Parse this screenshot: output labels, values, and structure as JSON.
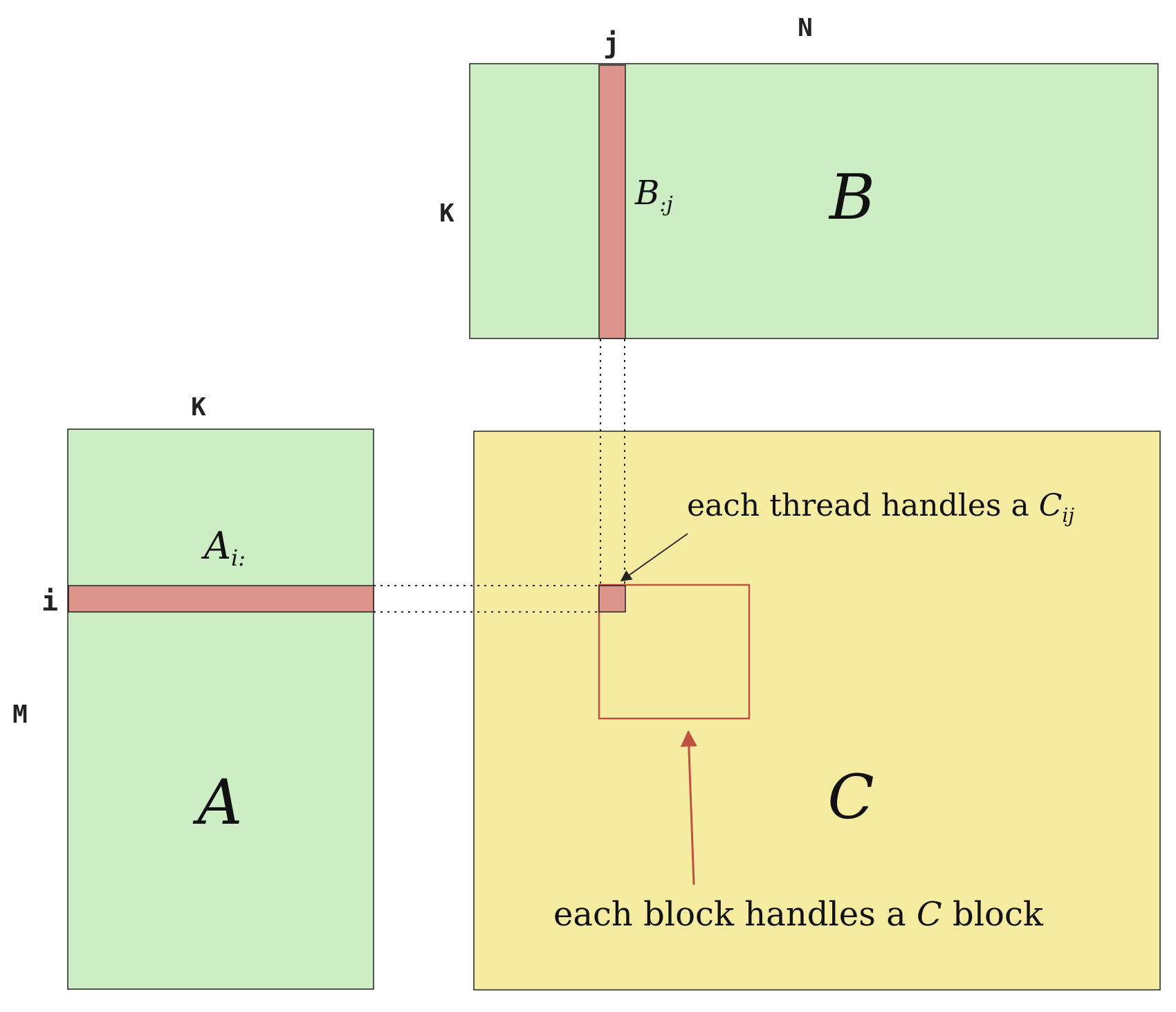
{
  "colors": {
    "matrix_input": "#cdeec4",
    "matrix_output": "#f5eca2",
    "highlight": "#dd928a",
    "block_outline": "#c0503f",
    "line": "#222222"
  },
  "dims": {
    "N": "N",
    "K_top": "K",
    "K_left": "K",
    "M": "M",
    "i": "i",
    "j": "j"
  },
  "matrices": {
    "A": "A",
    "B": "B",
    "C": "C"
  },
  "labels": {
    "a_row": {
      "base": "A",
      "sub": "i:"
    },
    "b_col": {
      "base": "B",
      "sub": ":j"
    },
    "thread_note": {
      "text": "each thread handles a ",
      "base": "C",
      "sub": "ij"
    },
    "block_note": {
      "before": "each block handles a ",
      "mid": "C",
      "after": " block"
    }
  }
}
